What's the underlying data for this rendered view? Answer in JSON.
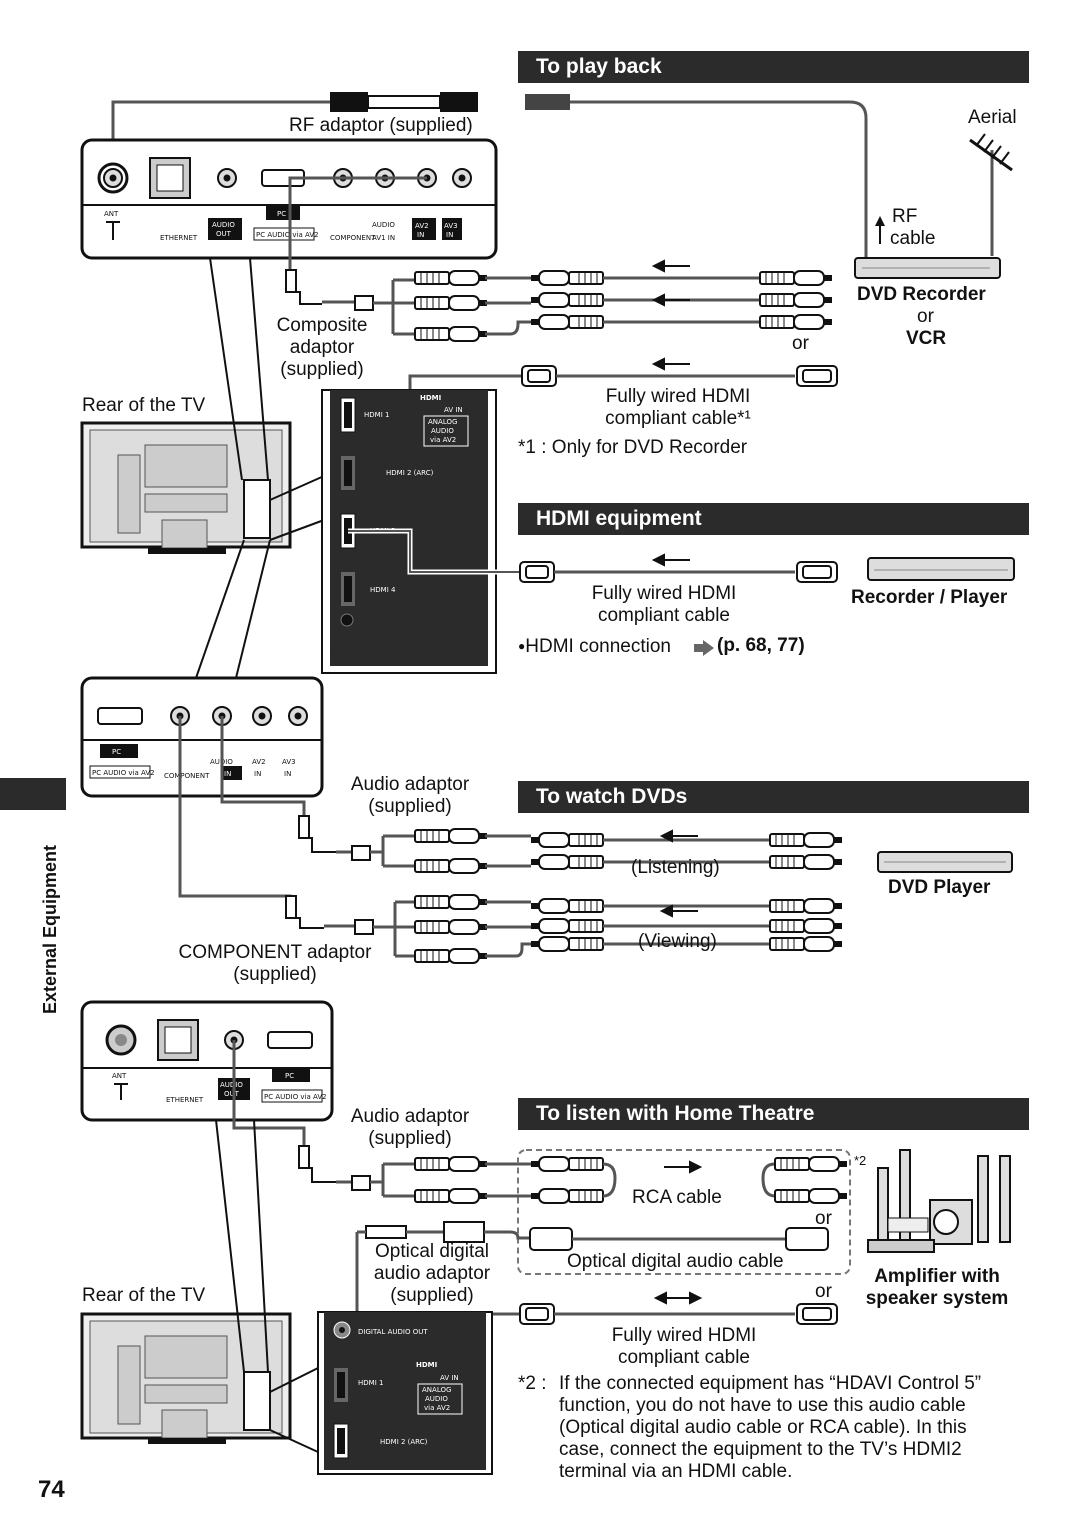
{
  "page_number": "74",
  "side_tab": "External Equipment",
  "sections": {
    "playback": {
      "title": "To play back",
      "rf_adaptor": "RF adaptor (supplied)",
      "aerial": "Aerial",
      "rf_cable_1": "RF",
      "rf_cable_2": "cable",
      "device_1": "DVD Recorder",
      "or_small": "or",
      "device_2": "VCR",
      "or": "or",
      "composite_1": "Composite",
      "composite_2": "adaptor",
      "composite_3": "(supplied)",
      "rear_tv": "Rear of the TV",
      "hdmi_cable_1": "Fully wired HDMI",
      "hdmi_cable_2": "compliant cable*¹",
      "footnote_1": "*1 : Only for DVD Recorder"
    },
    "hdmi": {
      "title": "HDMI equipment",
      "cable_1": "Fully wired HDMI",
      "cable_2": "compliant cable",
      "device": "Recorder / Player",
      "connection": "HDMI connection",
      "ref": "(p. 68, 77)"
    },
    "dvd": {
      "title": "To watch DVDs",
      "audio_adaptor_1": "Audio adaptor",
      "audio_adaptor_2": "(supplied)",
      "listening": "(Listening)",
      "viewing": "(Viewing)",
      "device": "DVD Player",
      "component_1": "COMPONENT adaptor",
      "component_2": "(supplied)"
    },
    "theatre": {
      "title": "To listen with Home Theatre",
      "audio_adaptor_1": "Audio adaptor",
      "audio_adaptor_2": "(supplied)",
      "rca": "RCA cable",
      "or_1": "or",
      "optical_cable": "Optical digital audio cable",
      "optical_adaptor_1": "Optical digital",
      "optical_adaptor_2": "audio adaptor",
      "optical_adaptor_3": "(supplied)",
      "or_2": "or",
      "rear_tv": "Rear of the TV",
      "hdmi_cable_1": "Fully wired HDMI",
      "hdmi_cable_2": "compliant cable",
      "device_1": "Amplifier with",
      "device_2": "speaker system",
      "star2": "*2",
      "footnote_label": "*2 :",
      "footnote_lines": [
        "If the connected equipment has “HDAVI Control 5”",
        "function, you do not have to use this audio cable",
        "(Optical digital audio cable or RCA cable). In this",
        "case, connect the equipment to the TV’s HDMI2",
        "terminal via an HDMI cable."
      ]
    }
  },
  "panel_labels": {
    "ant": "ANT",
    "ethernet": "ETHERNET",
    "audio_out": "AUDIO OUT",
    "pc": "PC",
    "pc_audio": "PC AUDIO via AV2",
    "component": "COMPONENT",
    "audio": "AUDIO",
    "av1_in": "AV1 IN",
    "av2_in": "AV2 IN",
    "av3_in": "AV3 IN",
    "hdmi1": "HDMI 1",
    "hdmi2": "HDMI 2 (ARC)",
    "hdmi3": "HDMI 3",
    "hdmi4": "HDMI 4",
    "hdmi_logo": "HDMI",
    "av_in": "AV IN",
    "analog_audio": "ANALOG AUDIO via AV2",
    "digital_audio_out": "DIGITAL AUDIO OUT"
  },
  "colors": {
    "header_bg": "#2b2b2b",
    "header_text": "#ffffff",
    "line": "#555555"
  }
}
